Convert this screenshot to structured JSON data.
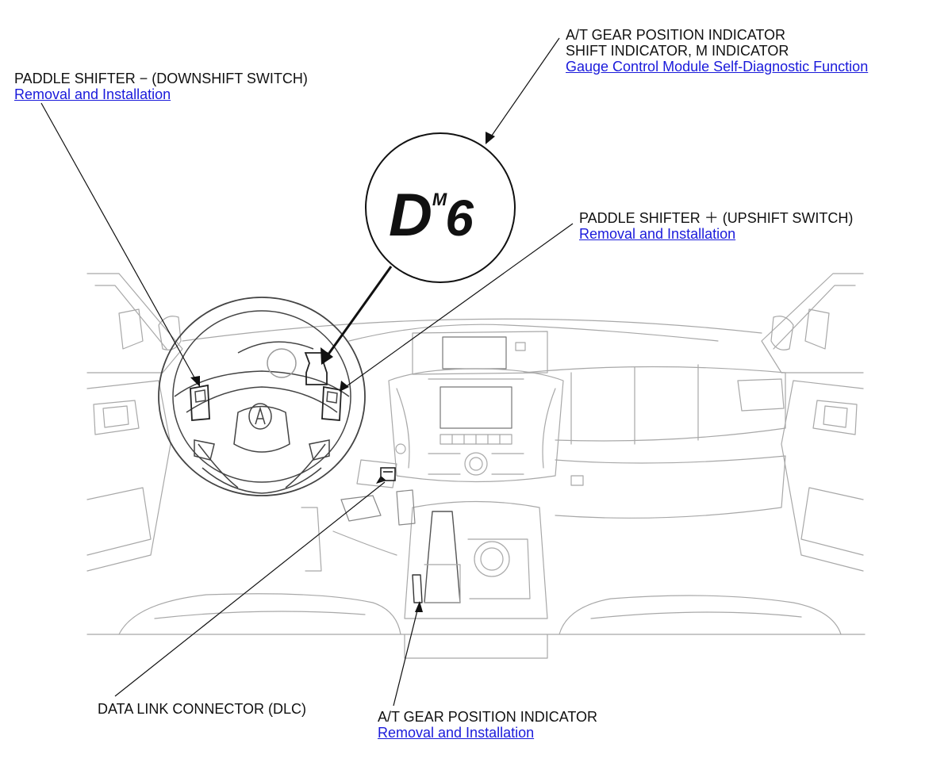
{
  "callouts": {
    "at_gear_top": {
      "line1": "A/T GEAR POSITION INDICATOR",
      "line2": "SHIFT INDICATOR, M INDICATOR",
      "link": "Gauge Control Module Self-Diagnostic Function"
    },
    "paddle_down": {
      "label": "PADDLE SHIFTER − (DOWNSHIFT SWITCH)",
      "link": "Removal and Installation"
    },
    "paddle_up": {
      "label": "PADDLE SHIFTER ＋ (UPSHIFT SWITCH)",
      "link": "Removal and Installation"
    },
    "dlc": {
      "label": "DATA LINK CONNECTOR (DLC)"
    },
    "at_gear_bottom": {
      "label": "A/T GEAR POSITION INDICATOR",
      "link": "Removal and Installation"
    }
  },
  "gear_display": {
    "letter": "D",
    "mode": "M",
    "number": "6"
  },
  "colors": {
    "link": "#1a1adb",
    "line": "#111111",
    "sketch": "#a8a8a8"
  }
}
